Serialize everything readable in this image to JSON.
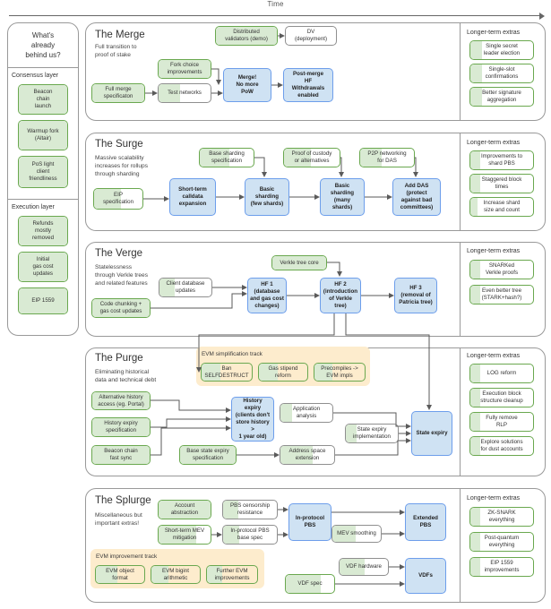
{
  "timeline": {
    "label": "Time"
  },
  "sidebar": {
    "title": "What's\nalready\nbehind us?",
    "groups": [
      {
        "heading": "Consensus layer",
        "items": [
          {
            "label": "Beacon\nchain\nlaunch",
            "progress": 100
          },
          {
            "label": "Warmup fork\n(Altair)",
            "progress": 100
          },
          {
            "label": "PoS light\nclient\nfriendliness",
            "progress": 100
          }
        ]
      },
      {
        "heading": "Execution layer",
        "items": [
          {
            "label": "Refunds\nmostly\nremoved",
            "progress": 100
          },
          {
            "label": "Initial\ngas cost\nupdates",
            "progress": 100
          },
          {
            "label": "EIP 1559",
            "progress": 100
          }
        ]
      }
    ]
  },
  "sections": [
    {
      "id": "merge",
      "title": "The Merge",
      "subtitle": "Full transition to\nproof of stake",
      "nodes": [
        {
          "label": "Distributed\nvalidators (demo)",
          "kind": "green",
          "progress": 100
        },
        {
          "label": "DV\n(deployment)",
          "kind": "grey",
          "progress": 0
        },
        {
          "label": "Fork choice\nimprovements",
          "kind": "green",
          "progress": 100
        },
        {
          "label": "Full merge\nspecificaton",
          "kind": "green",
          "progress": 100
        },
        {
          "label": "Test networks",
          "kind": "grey",
          "progress": 42
        },
        {
          "label": "Merge!\nNo more\nPoW",
          "kind": "blue",
          "bold_first": true
        },
        {
          "label": "Post-merge\nHF\nWithdrawals\nenabled",
          "kind": "blue",
          "bold_first": true
        }
      ],
      "extras_title": "Longer-term extras",
      "extras": [
        {
          "label": "Single secret\nleader election",
          "progress": 18
        },
        {
          "label": "Single-slot\nconfirmations",
          "progress": 18
        },
        {
          "label": "Better signature\naggregation",
          "progress": 18
        }
      ]
    },
    {
      "id": "surge",
      "title": "The Surge",
      "subtitle": "Massive scalability\nincreases for rollups\nthrough sharding",
      "nodes": [
        {
          "label": "Base sharding\nspecification",
          "kind": "green",
          "progress": 55
        },
        {
          "label": "Proof of custody\nor alternatives",
          "kind": "green",
          "progress": 48
        },
        {
          "label": "P2P networking\nfor DAS",
          "kind": "green",
          "progress": 40
        },
        {
          "label": "EIP\nspecification",
          "kind": "green",
          "progress": 55
        },
        {
          "label": "Short-term\ncalldata\nexpansion",
          "kind": "blue"
        },
        {
          "label": "Basic\nsharding\n(few shards)",
          "kind": "blue"
        },
        {
          "label": "Basic\nsharding\n(many\nshards)",
          "kind": "blue"
        },
        {
          "label": "Add DAS\n(protect\nagainst bad\ncommittees)",
          "kind": "blue"
        }
      ],
      "extras_title": "Longer-term extras",
      "extras": [
        {
          "label": "Improvements to\nshard PBS",
          "progress": 15
        },
        {
          "label": "Staggered block\ntimes",
          "progress": 15
        },
        {
          "label": "Increase shard\nsize and count",
          "progress": 12
        }
      ]
    },
    {
      "id": "verge",
      "title": "The Verge",
      "subtitle": "Statelessness\nthrough Verkle trees\nand related features",
      "nodes": [
        {
          "label": "Verkle tree core",
          "kind": "green",
          "progress": 100
        },
        {
          "label": "Client database\nupdates",
          "kind": "grey",
          "progress": 30
        },
        {
          "label": "Code chunking +\ngas cost updates",
          "kind": "green",
          "progress": 100
        },
        {
          "label": "HF 1\n(database\nand gas cost\nchanges)",
          "kind": "blue"
        },
        {
          "label": "HF 2\n(introduction\nof Verkle\ntree)",
          "kind": "blue"
        },
        {
          "label": "HF 3\n(removal of\nPatricia tree)",
          "kind": "blue"
        }
      ],
      "extras_title": "Longer-term extras",
      "extras": [
        {
          "label": "SNARKed\nVerkle proofs",
          "progress": 16
        },
        {
          "label": "Even better tree\n(STARK+hash?)",
          "progress": 16
        }
      ]
    },
    {
      "id": "purge",
      "title": "The Purge",
      "subtitle": "Eliminating historical\ndata and technical debt",
      "track": {
        "title": "EVM simplification track",
        "items": [
          {
            "label": "Ban\nSELFDESTRUCT",
            "progress": 38
          },
          {
            "label": "Gas stipend\nreform",
            "progress": 38
          },
          {
            "label": "Precompiles ->\nEVM impls",
            "progress": 35
          }
        ]
      },
      "nodes": [
        {
          "label": "Alternative history\naccess (eg. Portal)",
          "kind": "green",
          "progress": 100
        },
        {
          "label": "History expiry\nspecification",
          "kind": "green",
          "progress": 100
        },
        {
          "label": "Beacon chain\nfast sync",
          "kind": "green",
          "progress": 100
        },
        {
          "label": "Base state expiry\nspecification",
          "kind": "green",
          "progress": 100
        },
        {
          "label": "Application\nanalysis",
          "kind": "grey",
          "progress": 22
        },
        {
          "label": "Address space\nextension",
          "kind": "grey",
          "progress": 60
        },
        {
          "label": "State expiry\nimplementation",
          "kind": "grey",
          "progress": 20
        },
        {
          "label": "History\nexpiry\n(clients don't\nstore history >\n1 year old)",
          "kind": "blue"
        },
        {
          "label": "State expiry",
          "kind": "blue"
        }
      ],
      "extras_title": "Longer-term extras",
      "extras": [
        {
          "label": "LOG reform",
          "progress": 16
        },
        {
          "label": "Execution block\nstructure cleanup",
          "progress": 16
        },
        {
          "label": "Fully remove\nRLP",
          "progress": 16
        },
        {
          "label": "Explore solutions\nfor dust accounts",
          "progress": 16
        }
      ]
    },
    {
      "id": "splurge",
      "title": "The Splurge",
      "subtitle": "Miscellaneous but\nimportant extras!",
      "track": {
        "title": "EVM improvement track",
        "items": [
          {
            "label": "EVM object\nformat",
            "progress": 45
          },
          {
            "label": "EVM bigint\narithmetic",
            "progress": 35
          },
          {
            "label": "Further EVM\nimprovements",
            "progress": 30
          }
        ]
      },
      "nodes": [
        {
          "label": "Account\nabstraction",
          "kind": "green",
          "progress": 100
        },
        {
          "label": "PBS censorship\nresistance",
          "kind": "grey",
          "progress": 28
        },
        {
          "label": "Short-term MEV\nmitigation",
          "kind": "green",
          "progress": 72
        },
        {
          "label": "In-protocol PBS\nbase spec",
          "kind": "grey",
          "progress": 30
        },
        {
          "label": "MEV smoothing",
          "kind": "grey",
          "progress": 48
        },
        {
          "label": "VDF hardware",
          "kind": "grey",
          "progress": 52
        },
        {
          "label": "VDF spec",
          "kind": "green",
          "progress": 72
        },
        {
          "label": "In-protocol\nPBS",
          "kind": "blue"
        },
        {
          "label": "Extended\nPBS",
          "kind": "blue"
        },
        {
          "label": "VDFs",
          "kind": "blue"
        }
      ],
      "extras_title": "Longer-term extras",
      "extras": [
        {
          "label": "ZK-SNARK\neverything",
          "progress": 16
        },
        {
          "label": "Post-quantum\neverything",
          "progress": 16
        },
        {
          "label": "EIP 1559\nimprovements",
          "progress": 16
        }
      ]
    }
  ],
  "colors": {
    "green_fill": "#d9ead3",
    "green_border": "#6aa84f",
    "blue_fill": "#cfe2f3",
    "blue_border": "#6d9eeb",
    "track_fill": "#fdeccd",
    "panel_border": "#999999",
    "wire": "#5a5a5a"
  }
}
